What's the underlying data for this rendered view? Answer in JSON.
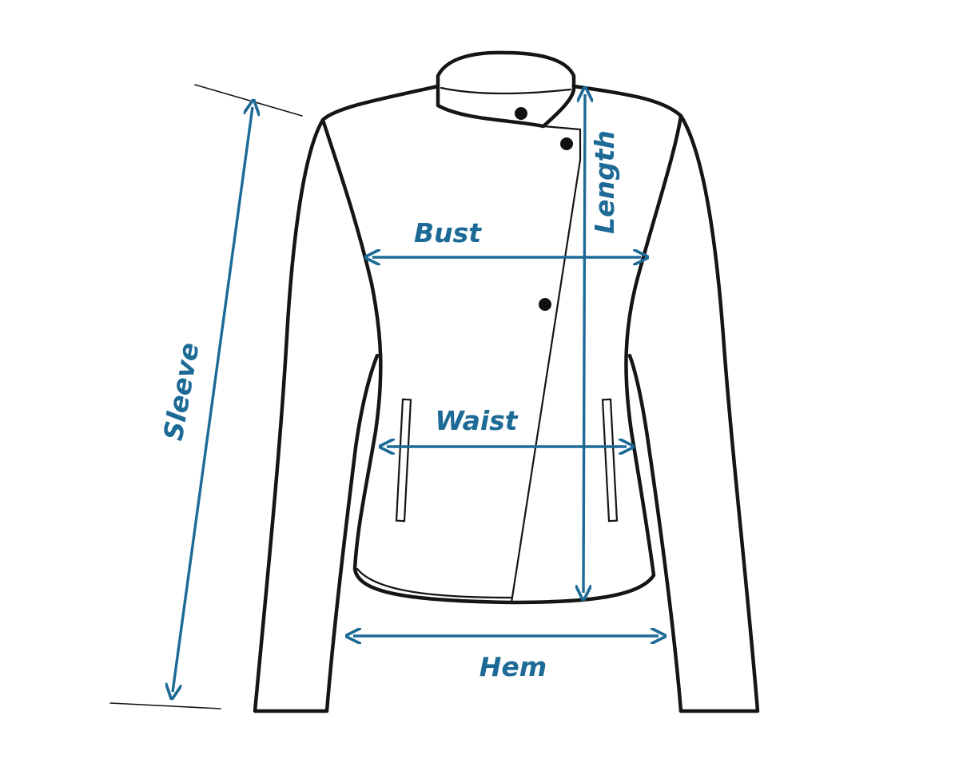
{
  "colors": {
    "measure": "#1d6a96",
    "outline": "#151515",
    "background": "#ffffff"
  },
  "labels": {
    "bust": "Bust",
    "waist": "Waist",
    "hem": "Hem",
    "length": "Length",
    "sleeve": "Sleeve"
  }
}
